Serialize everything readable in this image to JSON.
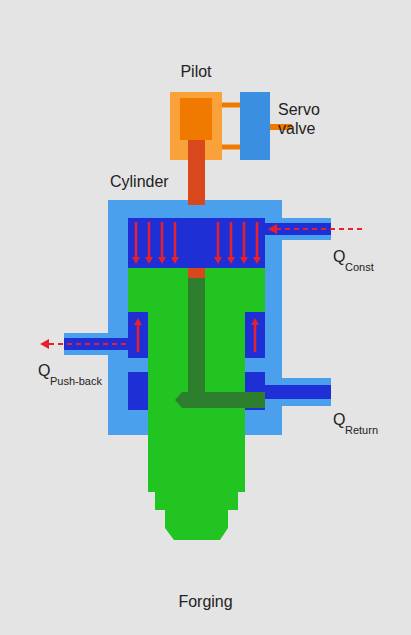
{
  "diagram": {
    "caption": "Forging",
    "nodes": [
      {
        "text": [
          "Pilot"
        ]
      },
      {
        "text": [
          "Servo valve"
        ]
      },
      {
        "text": [
          "Cylinder"
        ]
      }
    ],
    "edges": [
      {
        "from": 0,
        "to": 1,
        "arrow": "none"
      }
    ],
    "labels": [
      "Q",
      "Const",
      "Q",
      "Push-back",
      "Q",
      "Return"
    ]
  }
}
